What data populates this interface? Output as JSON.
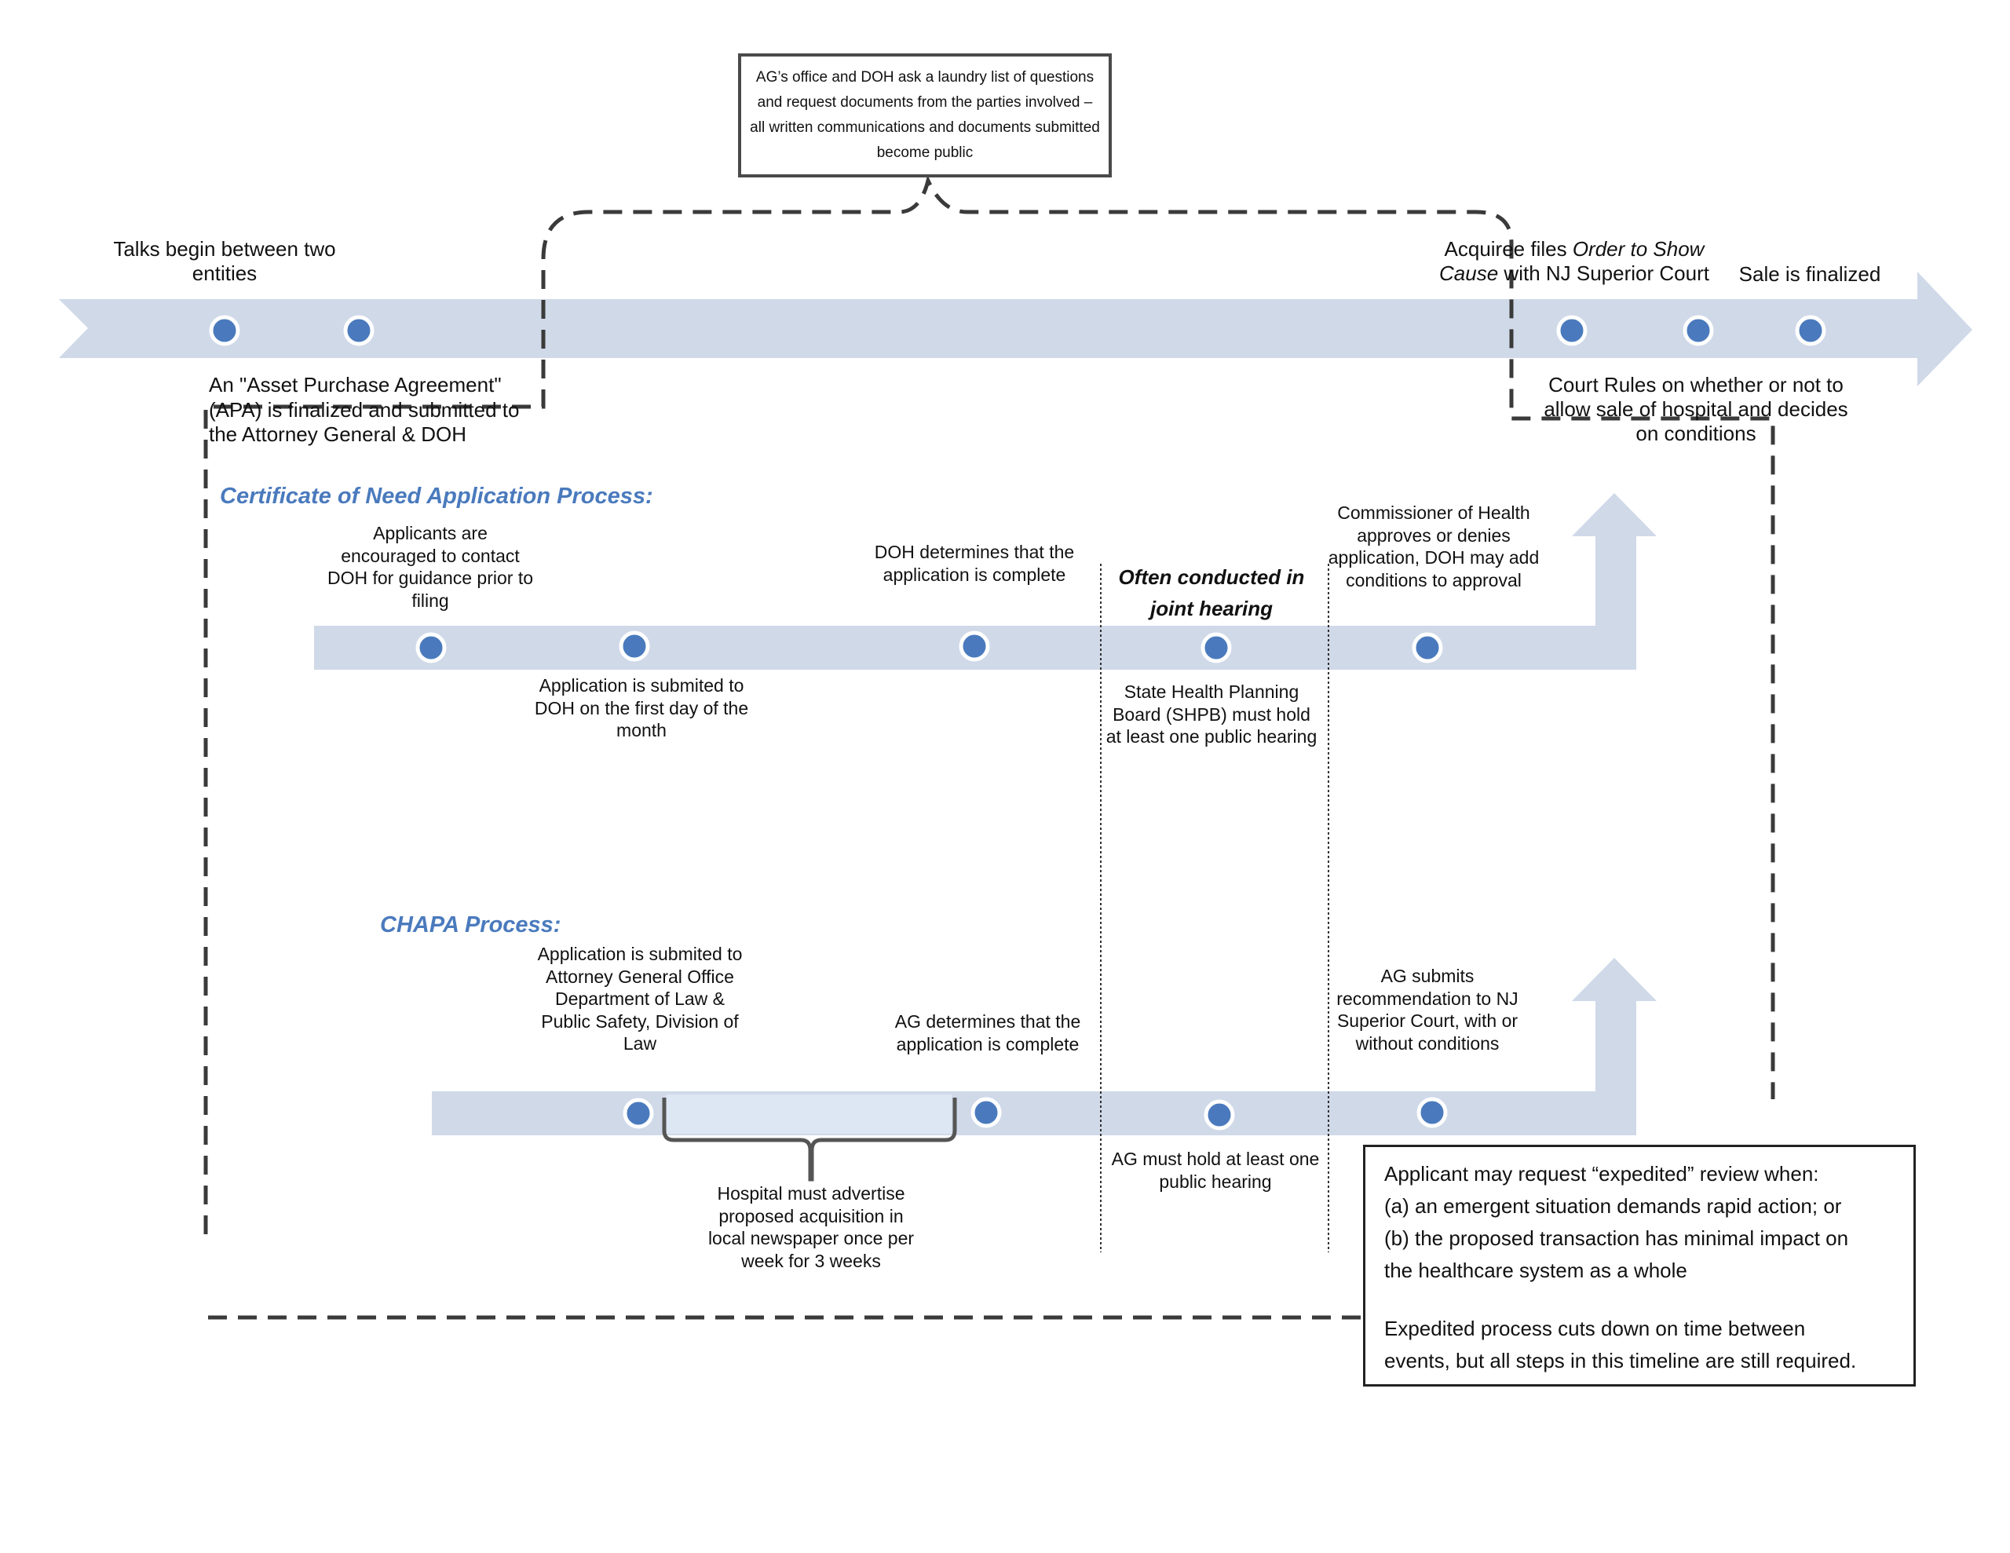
{
  "colors": {
    "arrow_fill": "#d0d9e8",
    "dot_fill": "#4a7abd",
    "dot_stroke": "#ffffff",
    "heading_color": "#4a7abd",
    "dashed_line": "#3a3a3a",
    "bracket_fill": "#dde6f3"
  },
  "callout": {
    "text": "AG’s office and DOH ask a laundry list of questions and request documents from the parties involved – all written communications and documents submitted become public"
  },
  "main_timeline": {
    "talks_begin": "Talks begin between two entities",
    "apa_finalized": "An \"Asset Purchase Agreement\" (APA) is finalized and submitted to the Attorney General & DOH",
    "order_to_show_cause": {
      "prefix": "Acquiree files ",
      "italic": "Order to Show Cause",
      "suffix": " with NJ Superior Court"
    },
    "sale_finalized": "Sale is finalized",
    "court_rules": "Court Rules on whether or not to allow sale of hospital and decides on conditions"
  },
  "con_process": {
    "heading": "Certificate of Need Application Process:",
    "applicants_contact": "Applicants are encouraged to contact DOH for guidance prior to filing",
    "application_submitted": "Application is submited to DOH on the first day of the month",
    "doh_complete": "DOH determines that the application is complete",
    "often_joint_hearing": "Often conducted in joint hearing",
    "shpb_hearing": "State Health Planning Board (SHPB) must hold at least one public hearing",
    "commissioner_approves": "Commissioner of Health approves or denies application, DOH may add conditions to approval"
  },
  "chapa_process": {
    "heading": "CHAPA Process:",
    "submitted_ag": "Application is submited to Attorney General Office Department of Law & Public Safety, Division of Law",
    "ag_complete": "AG determines that the application is complete",
    "ag_hearing": "AG must hold at least one public hearing",
    "ag_recommendation": "AG submits recommendation to NJ Superior Court, with or without conditions",
    "hospital_advertise": "Hospital must advertise proposed acquisition in local newspaper once per week for 3 weeks"
  },
  "expedited_box": {
    "paragraph1_lines": [
      "Applicant may request “expedited” review when:",
      "(a) an emergent situation demands rapid action; or",
      "(b) the proposed transaction has minimal impact on",
      "the healthcare system as a whole"
    ],
    "paragraph2_lines": [
      "Expedited process cuts down on time between",
      "events, but all steps in this timeline are still required."
    ]
  }
}
